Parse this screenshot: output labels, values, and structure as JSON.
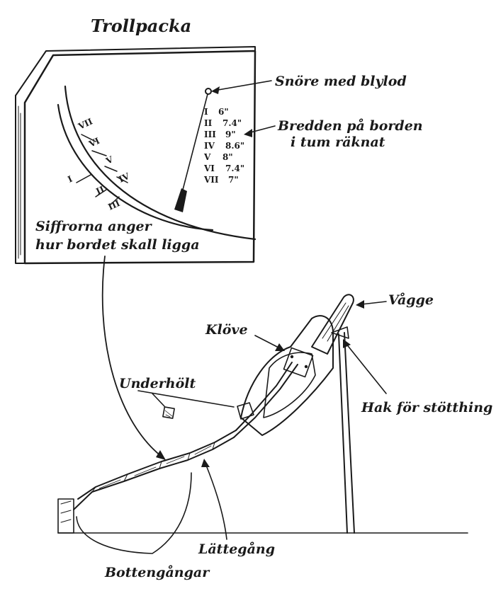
{
  "title": "Trollpacka",
  "labels": {
    "snore": "Snöre med blylod",
    "bredden_1": "Bredden på borden",
    "bredden_2": "i tum räknat",
    "siffrorna_1": "Siffrorna anger",
    "siffrorna_2": "hur bordet skall ligga",
    "vagge": "Vågge",
    "klove": "Klöve",
    "underholt": "Underhölt",
    "hak": "Hak för stötthing",
    "lattegang": "Lättegång",
    "bottengangar": "Bottengångar"
  },
  "plank_widths": [
    {
      "numeral": "I",
      "width": "6\""
    },
    {
      "numeral": "II",
      "width": "7.4\""
    },
    {
      "numeral": "III",
      "width": "9\""
    },
    {
      "numeral": "IV",
      "width": "8.6\""
    },
    {
      "numeral": "V",
      "width": "8\""
    },
    {
      "numeral": "VI",
      "width": "7.4\""
    },
    {
      "numeral": "VII",
      "width": "7\""
    }
  ],
  "curve_marks": [
    "VII",
    "VI",
    "V",
    "IV",
    "III",
    "II",
    "I"
  ]
}
